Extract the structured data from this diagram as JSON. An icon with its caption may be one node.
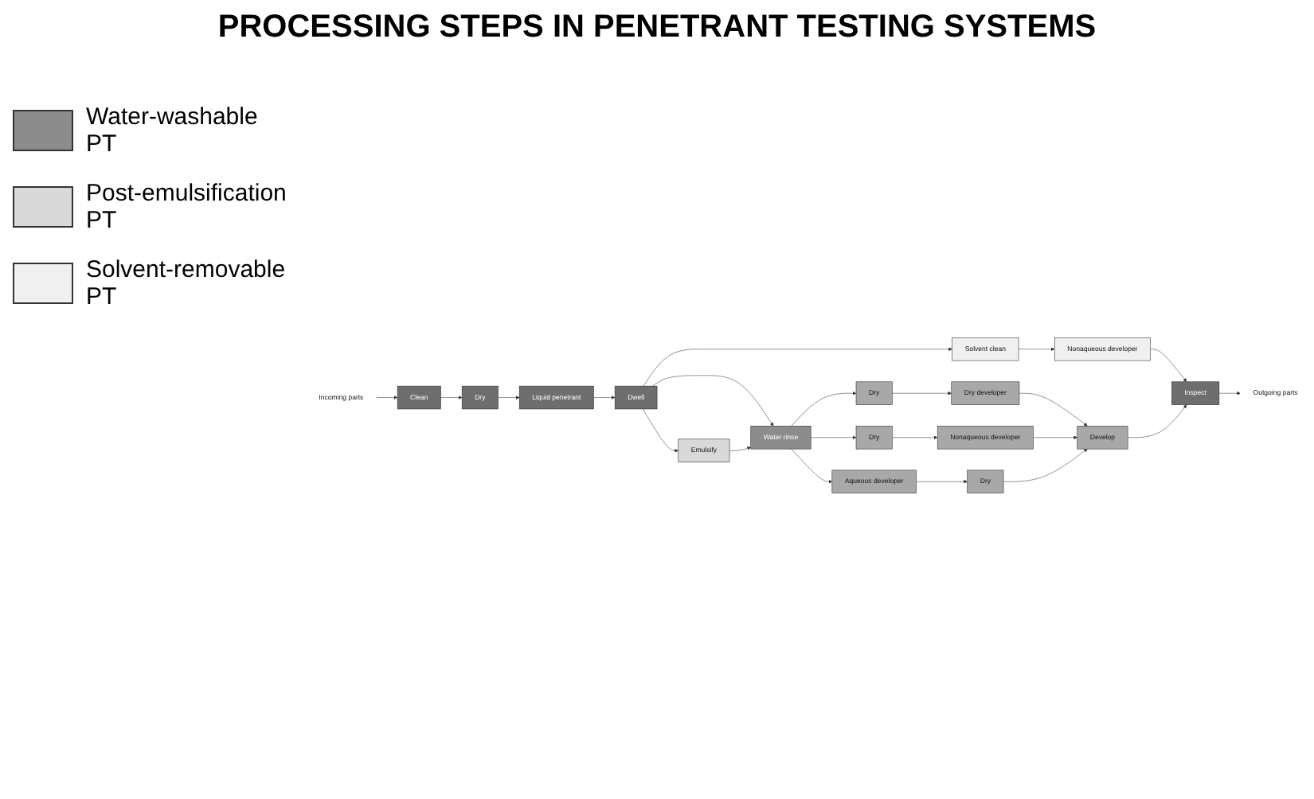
{
  "diagram": {
    "title": "PROCESSING STEPS IN PENETRANT TESTING SYSTEMS",
    "nodes": [
      {
        "text": [
          "Clean"
        ]
      },
      {
        "text": [
          "Dry"
        ]
      },
      {
        "text": [
          "Liquid penetrant"
        ]
      },
      {
        "text": [
          "Dwell"
        ]
      },
      {
        "text": [
          "Water rinse"
        ]
      },
      {
        "text": [
          "Nonaqueous developer"
        ]
      },
      {
        "text": [
          "Emulsify"
        ]
      },
      {
        "text": [
          "Solvent clean"
        ]
      },
      {
        "text": [
          "Dry developer"
        ]
      },
      {
        "text": [
          "Dry"
        ]
      },
      {
        "text": [
          "Nonaqueous developer"
        ]
      },
      {
        "text": [
          "Dry"
        ]
      },
      {
        "text": [
          "Inspect"
        ]
      },
      {
        "text": [
          "Develop"
        ]
      },
      {
        "text": [
          "Dry"
        ]
      },
      {
        "text": [
          "Aqueous developer"
        ]
      },
      {
        "text": [
          "Incoming parts"
        ]
      },
      {
        "text": [
          "Outgoing parts"
        ]
      }
    ],
    "edges": [
      {
        "from": 16,
        "to": 0,
        "arrow": "to"
      },
      {
        "from": 0,
        "to": 1,
        "arrow": "to"
      },
      {
        "from": 1,
        "to": 2,
        "arrow": "to"
      },
      {
        "from": 2,
        "to": 3,
        "arrow": "to"
      },
      {
        "from": 3,
        "to": 4,
        "arrow": "to"
      },
      {
        "from": 3,
        "to": 6,
        "arrow": "to"
      },
      {
        "from": 6,
        "to": 4,
        "arrow": "to"
      },
      {
        "from": 3,
        "to": 7,
        "arrow": "to"
      },
      {
        "from": 7,
        "to": 5,
        "arrow": "to"
      },
      {
        "from": 5,
        "to": 12,
        "arrow": "to"
      },
      {
        "from": 4,
        "to": 9,
        "arrow": "to"
      },
      {
        "from": 4,
        "to": 11,
        "arrow": "to"
      },
      {
        "from": 4,
        "to": 15,
        "arrow": "to"
      },
      {
        "from": 9,
        "to": 8,
        "arrow": "to"
      },
      {
        "from": 11,
        "to": 10,
        "arrow": "to"
      },
      {
        "from": 15,
        "to": 14,
        "arrow": "to"
      },
      {
        "from": 8,
        "to": 13,
        "arrow": "to"
      },
      {
        "from": 10,
        "to": 13,
        "arrow": "to"
      },
      {
        "from": 14,
        "to": 13,
        "arrow": "to"
      },
      {
        "from": 13,
        "to": 12,
        "arrow": "to"
      },
      {
        "from": 12,
        "to": 17,
        "arrow": "to"
      }
    ],
    "legend": [
      {
        "text": "Water-washable PT",
        "color": "#8c8c8c"
      },
      {
        "text": "Post-emulsification PT",
        "color": "#d9d9d9"
      },
      {
        "text": "Solvent-removable PT",
        "color": "#f0f0f0"
      }
    ]
  }
}
